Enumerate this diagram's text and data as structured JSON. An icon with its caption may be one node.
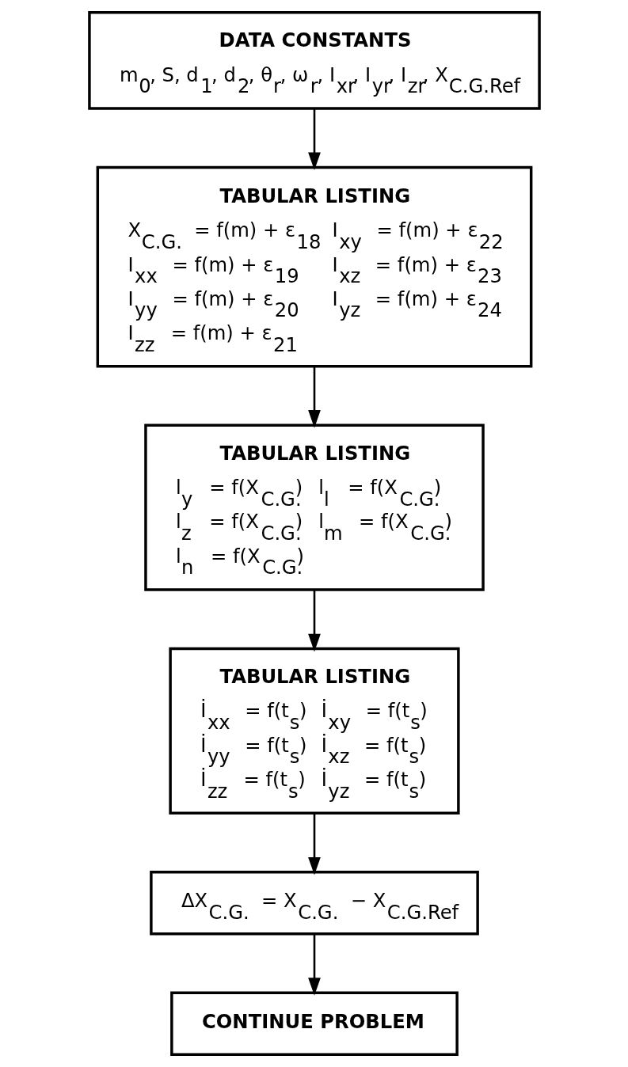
{
  "diagram": {
    "nodes": [
      {
        "text": [
          "DATA CONSTANTS",
          "m$_{0}$, S, d$_{1}$, d$_{2}$, θ$_{r}$, ω$_{r}$, I$_{xr}$, I$_{yr}$, I$_{zr}$, X$_{C.G.Ref}$"
        ]
      },
      {
        "text": [
          "TABULAR LISTING",
          "X$_{C.G.}$ = f(m) + ε$_{18}$",
          "I$_{xy}$ = f(m) + ε$_{22}$",
          "I$_{xx}$ = f(m) + ε$_{19}$",
          "I$_{xz}$ = f(m) + ε$_{23}$",
          "I$_{yy}$ = f(m) + ε$_{20}$",
          "I$_{yz}$ = f(m) + ε$_{24}$",
          "I$_{zz}$ = f(m) + ε$_{21}$"
        ]
      },
      {
        "text": [
          "TABULAR LISTING",
          "l$_{y}$ = f(X$_{C.G.}$)",
          "l$_{l}$ = f(X$_{C.G.}$)",
          "l$_{z}$ = f(X$_{C.G.}$)",
          "l$_{m}$ = f(X$_{C.G.}$)",
          "l$_{n}$ = f(X$_{C.G.}$)"
        ]
      },
      {
        "text": [
          "TABULAR LISTING",
          "İ$_{xx}$ = f(t$_{s}$)",
          "İ$_{xy}$ = f(t$_{s}$)",
          "İ$_{yy}$ = f(t$_{s}$)",
          "İ$_{xz}$ = f(t$_{s}$)",
          "İ$_{zz}$ = f(t$_{s}$)",
          "İ$_{yz}$ = f(t$_{s}$)"
        ]
      },
      {
        "text": [
          "ΔX$_{C.G.}$ = X$_{C.G.}$ − X$_{C.G.Ref}$"
        ]
      },
      {
        "text": [
          "CONTINUE PROBLEM"
        ]
      }
    ],
    "edges": [
      {
        "from": 0,
        "to": 1,
        "arrow": "to"
      },
      {
        "from": 1,
        "to": 2,
        "arrow": "to"
      },
      {
        "from": 2,
        "to": 3,
        "arrow": "to"
      },
      {
        "from": 3,
        "to": 4,
        "arrow": "to"
      },
      {
        "from": 4,
        "to": 5,
        "arrow": "to"
      }
    ]
  }
}
